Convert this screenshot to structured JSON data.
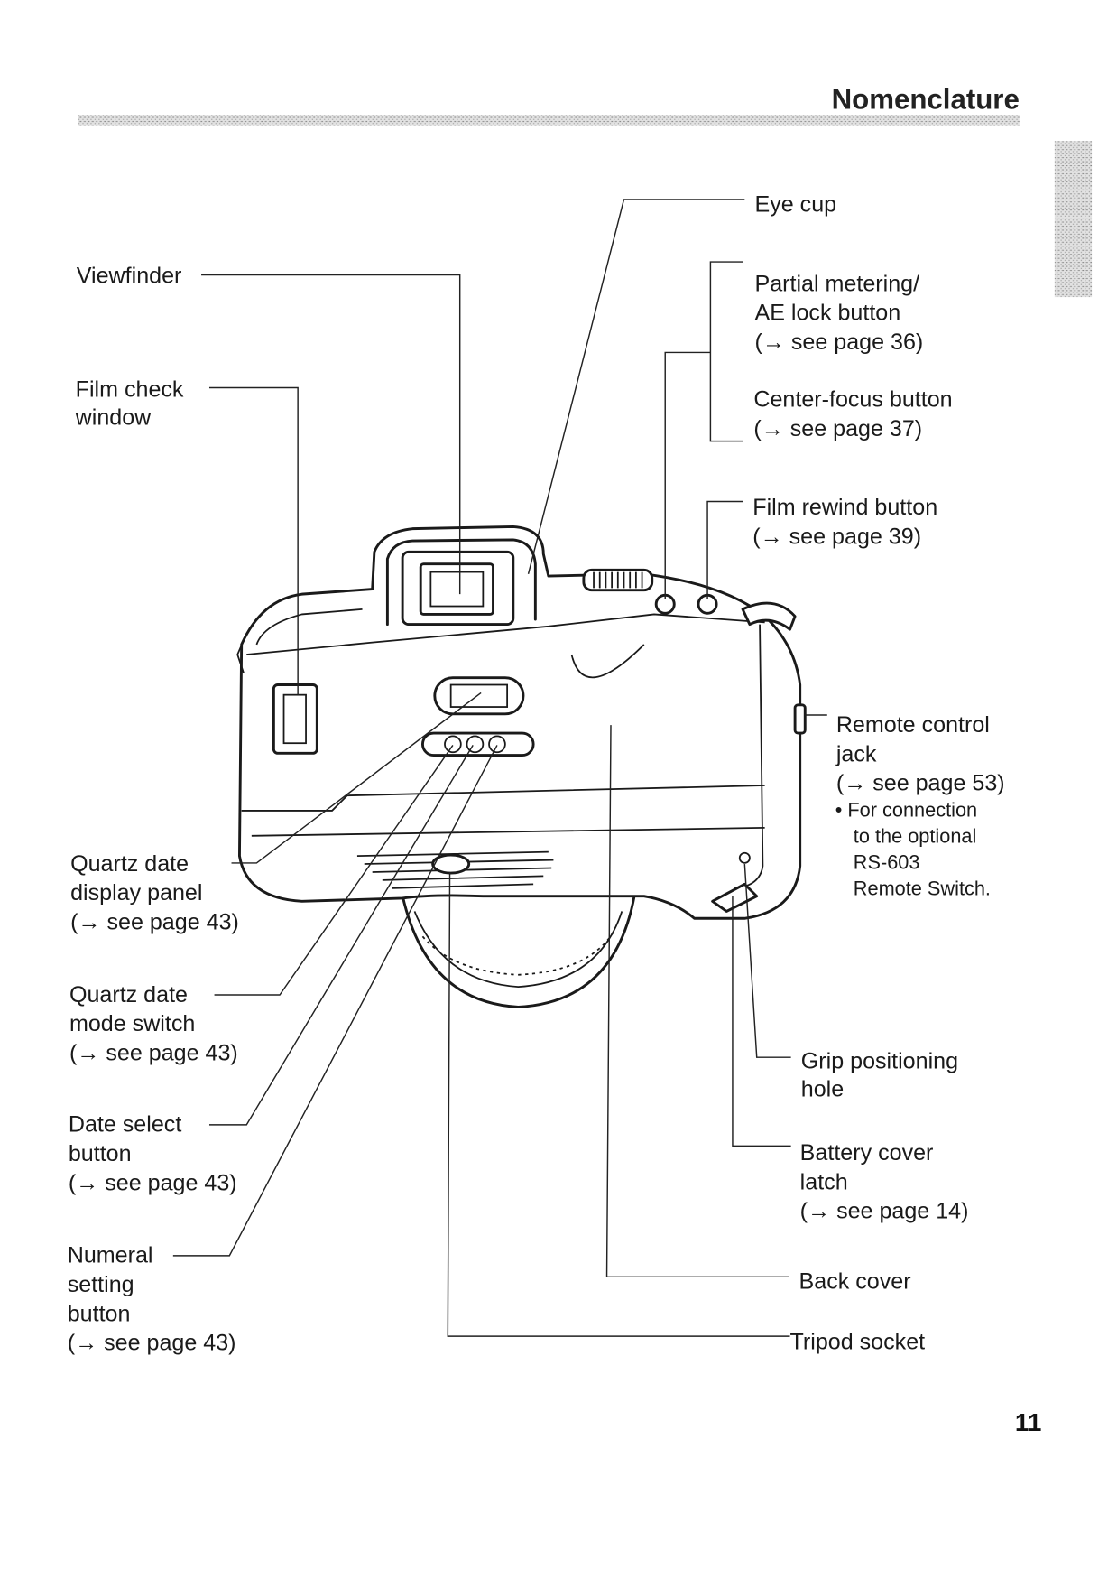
{
  "header": {
    "title": "Nomenclature"
  },
  "page_number": "11",
  "labels_left": {
    "viewfinder": [
      "Viewfinder"
    ],
    "film_check_window": [
      "Film check",
      "window"
    ],
    "quartz_date_display_panel": [
      "Quartz date",
      "display panel",
      "(→ see page 43)"
    ],
    "quartz_date_mode_switch": [
      "Quartz date",
      "mode switch",
      "(→ see page 43)"
    ],
    "date_select_button": [
      "Date select",
      "button",
      "(→ see page 43)"
    ],
    "numeral_setting_button": [
      "Numeral",
      "setting",
      "button",
      "(→ see page 43)"
    ]
  },
  "labels_right": {
    "eye_cup": [
      "Eye cup"
    ],
    "partial_metering": [
      "Partial metering/",
      "AE lock button",
      "(→ see page 36)"
    ],
    "center_focus": [
      "Center-focus button",
      "(→ see page 37)"
    ],
    "film_rewind": [
      "Film rewind button",
      "(→ see page 39)"
    ],
    "remote_jack": [
      "Remote control",
      "jack",
      "(→ see page 53)"
    ],
    "remote_note": [
      "•  For connection",
      "to the optional",
      "RS-603",
      "Remote Switch."
    ],
    "grip_hole": [
      "Grip positioning",
      "hole"
    ],
    "battery_latch": [
      "Battery cover",
      "latch",
      "(→ see page 14)"
    ],
    "back_cover": [
      "Back cover"
    ],
    "tripod_socket": [
      "Tripod socket"
    ]
  },
  "colors": {
    "header_band": "#bdbdbd",
    "side_tab": "#d2d2d2",
    "ink": "#1a1a1a"
  }
}
